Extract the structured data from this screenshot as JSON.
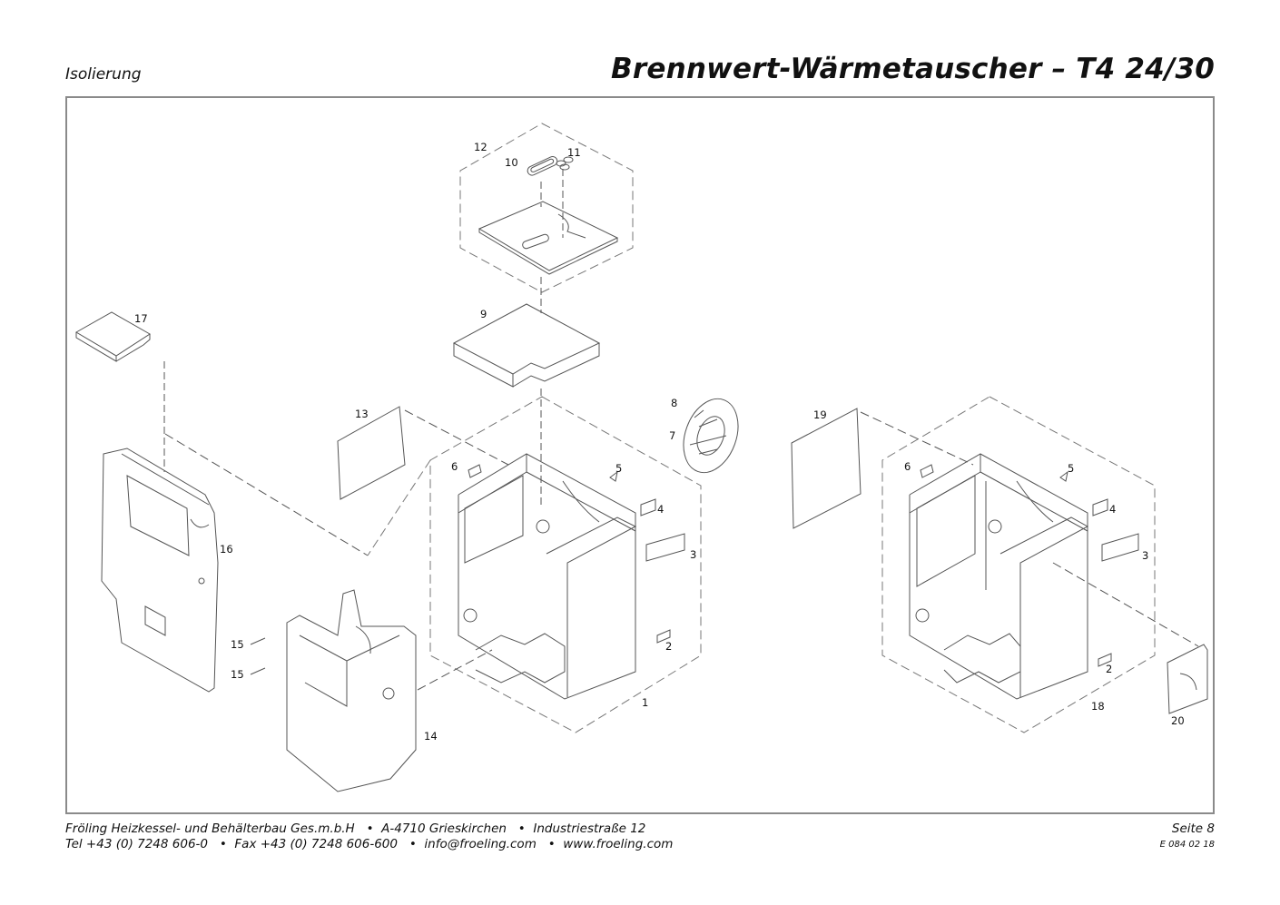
{
  "header": {
    "section": "Isolierung",
    "title": "Brennwert-Wärmetauscher – T4 24/30"
  },
  "parts": {
    "p1": "1",
    "p2a": "2",
    "p2b": "2",
    "p3a": "3",
    "p3b": "3",
    "p4a": "4",
    "p4b": "4",
    "p5a": "5",
    "p5b": "5",
    "p6a": "6",
    "p6b": "6",
    "p7": "7",
    "p8": "8",
    "p9": "9",
    "p10": "10",
    "p11": "11",
    "p12": "12",
    "p13": "13",
    "p14": "14",
    "p15a": "15",
    "p15b": "15",
    "p16": "16",
    "p17": "17",
    "p18": "18",
    "p19": "19",
    "p20": "20"
  },
  "footer": {
    "company_line": "Fröling Heizkessel- und Behälterbau Ges.m.b.H   •  A-4710 Grieskirchen   •  Industriestraße 12",
    "contact_line": "Tel +43 (0) 7248 606-0   •  Fax +43 (0) 7248 606-600   •  info@froeling.com   •  www.froeling.com",
    "page": "Seite 8",
    "doc_code": "E 084 02 18"
  }
}
